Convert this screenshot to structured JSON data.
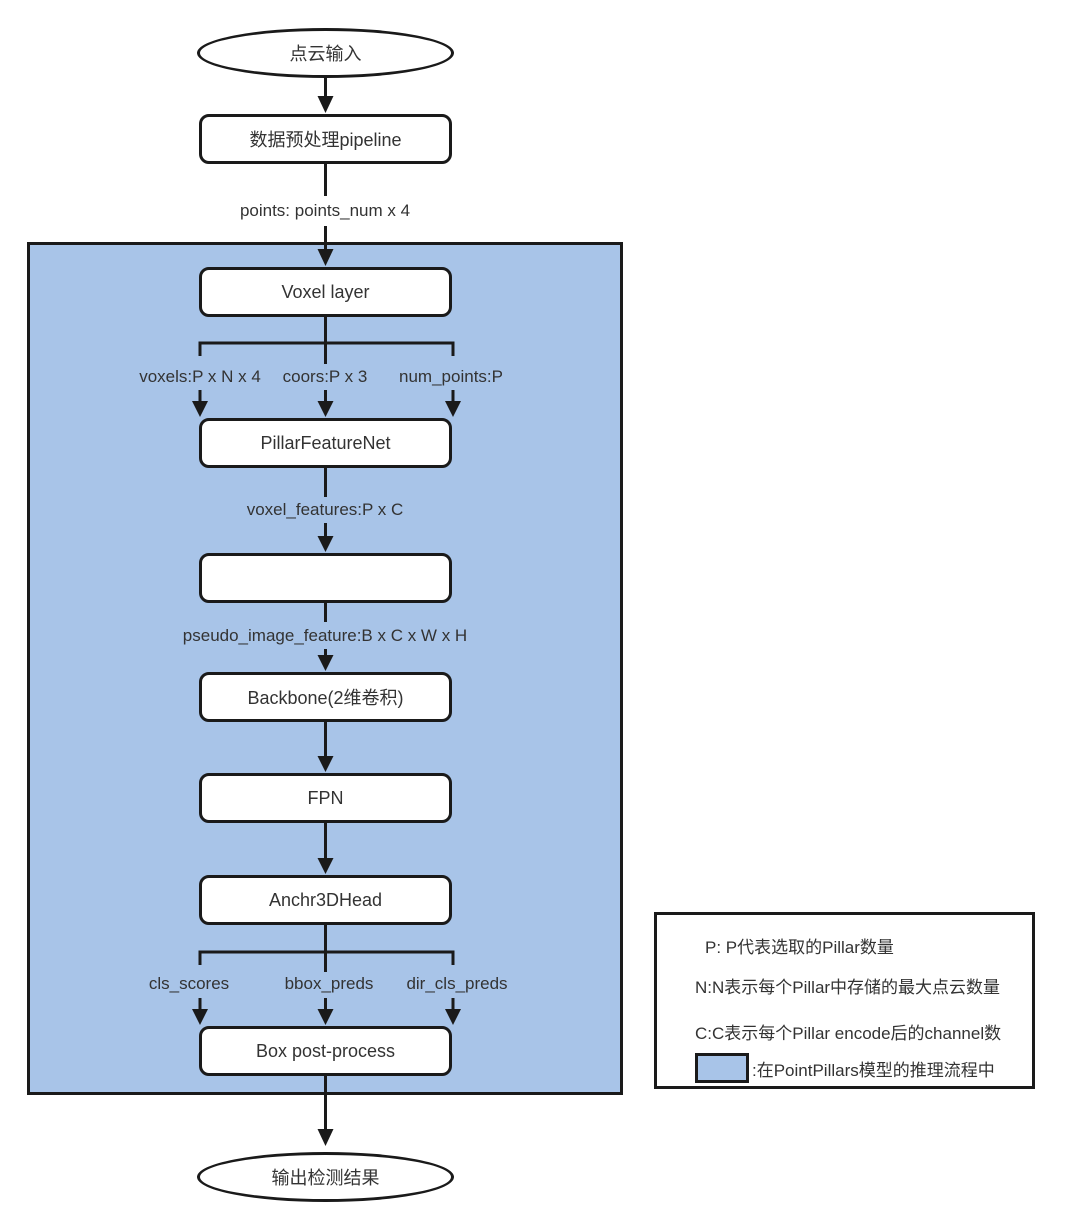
{
  "colors": {
    "region_fill": "#a8c4e8",
    "stroke": "#1a1a1a",
    "node_fill": "#ffffff",
    "text": "#333333"
  },
  "flow": {
    "start_label": "点云输入",
    "preprocess_label": "数据预处理pipeline",
    "points_edge_label": "points: points_num x 4",
    "voxel_layer_label": "Voxel layer",
    "voxels_edge_label": "voxels:P x N x 4",
    "coors_edge_label": "coors:P x 3",
    "num_points_edge_label": "num_points:P",
    "pillar_feature_net_label": "PillarFeatureNet",
    "voxel_features_edge_label": "voxel_features:P x C",
    "pseudo_image_edge_label": "pseudo_image_feature:B x C x W x H",
    "backbone_label": "Backbone(2维卷积)",
    "fpn_label": "FPN",
    "anchor_head_label": "Anchr3DHead",
    "cls_scores_edge_label": "cls_scores",
    "bbox_preds_edge_label": "bbox_preds",
    "dir_cls_preds_edge_label": "dir_cls_preds",
    "box_post_process_label": "Box post-process",
    "end_label": "输出检测结果"
  },
  "legend": {
    "item_p": "P: P代表选取的Pillar数量",
    "item_n": "N:N表示每个Pillar中存储的最大点云数量",
    "item_c": "C:C表示每个Pillar encode后的channel数",
    "item_region": ":在PointPillars模型的推理流程中"
  }
}
